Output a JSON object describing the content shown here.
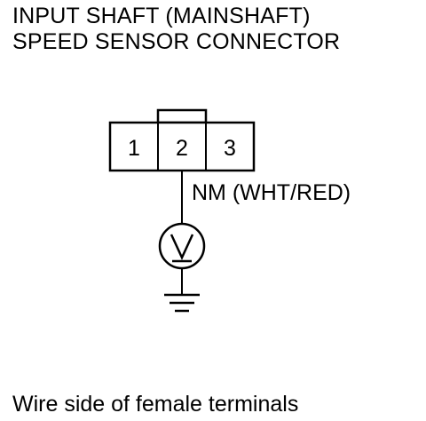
{
  "title": {
    "line1": "INPUT SHAFT (MAINSHAFT)",
    "line2": "SPEED SENSOR CONNECTOR"
  },
  "connector": {
    "terminals": [
      "1",
      "2",
      "3"
    ]
  },
  "wire_label": "NM (WHT/RED)",
  "meter_symbol": "V",
  "caption": "Wire side of female terminals",
  "colors": {
    "line": "#000000",
    "background": "#ffffff"
  }
}
